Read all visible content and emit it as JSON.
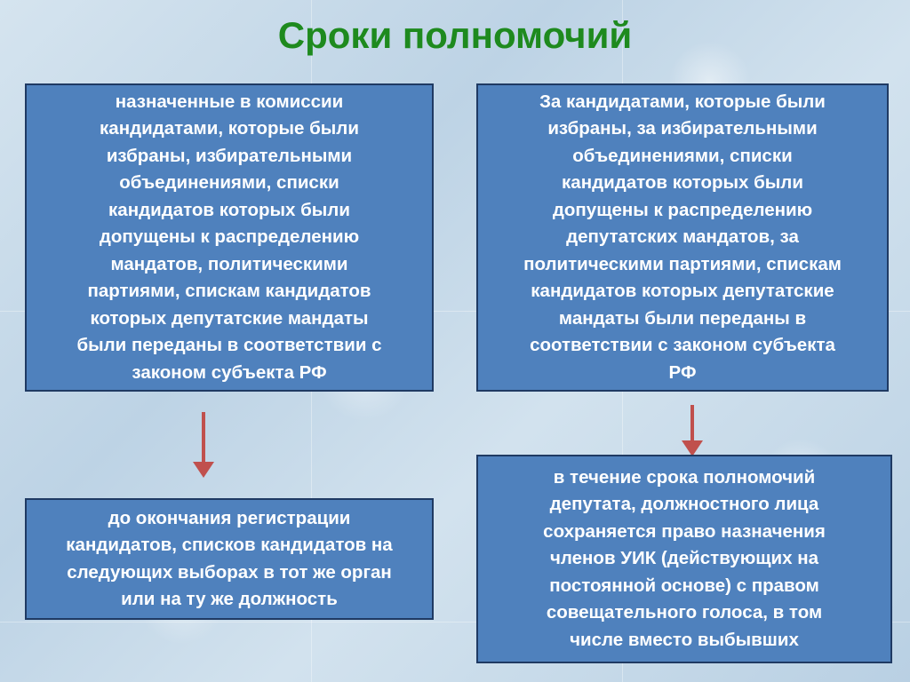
{
  "title": "Сроки полномочий",
  "boxes": {
    "left_top": {
      "lines": [
        "назначенные в комиссии",
        "кандидатами, которые были",
        "избраны, избирательными",
        "объединениями, списки",
        "кандидатов которых были",
        "допущены к распределению",
        "мандатов, политическими",
        "партиями, спискам кандидатов",
        "которых депутатские мандаты",
        "были переданы в соответствии с",
        "законом субъекта РФ"
      ]
    },
    "right_top": {
      "lines": [
        "За кандидатами, которые были",
        "избраны, за избирательными",
        "объединениями, списки",
        "кандидатов которых были",
        "допущены к распределению",
        "депутатских мандатов, за",
        "политическими партиями, спискам",
        "кандидатов которых депутатские",
        "мандаты были переданы в",
        "соответствии с законом субъекта",
        "РФ"
      ]
    },
    "left_bottom": {
      "lines": [
        "до окончания регистрации",
        "кандидатов, списков кандидатов на",
        "следующих выборах в тот же орган",
        "или на ту же должность"
      ]
    },
    "right_bottom": {
      "lines": [
        "в течение срока полномочий",
        "депутата, должностного лица",
        "сохраняется право назначения",
        "членов УИК (действующих на",
        "постоянной основе) с правом",
        "совещательного голоса, в том",
        "числе вместо выбывших"
      ]
    }
  },
  "colors": {
    "title": "#1e8a1e",
    "box_fill": "#4f81bd",
    "box_border": "#1f3a63",
    "box_text": "#ffffff",
    "arrow": "#c0504d"
  }
}
